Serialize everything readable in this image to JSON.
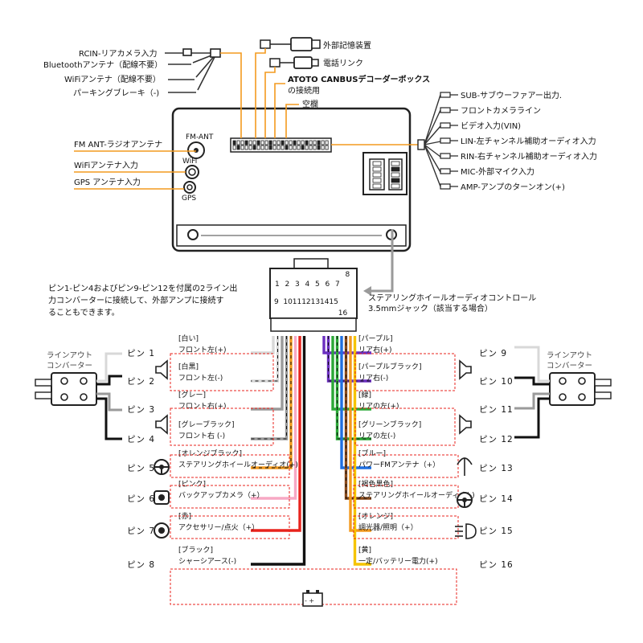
{
  "top_left_labels": [
    "RCIN-リアカメラ入力",
    "Bluetoothアンテナ（配線不要）",
    "WiFiアンテナ（配線不要）",
    "パーキングブレーキ（-)"
  ],
  "top_labels": {
    "storage": "外部記憶装置",
    "phone": "電話リンク",
    "canbus_line1": "ATOTO CANBUSデコーダーボックス",
    "canbus_line2": "の接続用",
    "empty": "空欄"
  },
  "right_labels": [
    "SUB-サブウーファアー出力.",
    "フロントカメラライン",
    "ビデオ入力(VIN)",
    "LIN-左チャンネル補助オーディオ入力",
    "RIN-右チャンネル補助オーディオ入力",
    "MIC-外部マイク入力",
    "AMP-アンプのターンオン(+)"
  ],
  "left_labels": {
    "fm": "FM ANT-ラジオアンテナ",
    "wifi": "WiFiアンテナ入力",
    "gps": "GPS アンテナ入力"
  },
  "unit_labels": {
    "fm_ant": "FM-ANT",
    "wifi": "WiFi",
    "gps": "GPS"
  },
  "connector_numbers_top": [
    "1",
    "2",
    "3",
    "4",
    "5",
    "6",
    "7",
    "8"
  ],
  "connector_numbers_bottom": [
    "9",
    "10",
    "11",
    "12",
    "13",
    "14",
    "15",
    "16"
  ],
  "note_lines": [
    "ピン1-ピン4およびピン9-ピン12を付属の2ライン出",
    "力コンバーターに接続して、外部アンプに接続す",
    "ることもできます。"
  ],
  "steering_line1": "ステアリングホイールオーディオコントロール",
  "steering_line2": "3.5mmジャック（該当する場合）",
  "converter_left": [
    "ラインアウト",
    "コンバーター"
  ],
  "converter_right": [
    "ラインアウト",
    "コンバーター"
  ],
  "left_pins": [
    {
      "pin": "ピン 1",
      "color_name": "[白い]",
      "function": "フロント左(+)",
      "wire": "#d8d8d8",
      "stripe": null
    },
    {
      "pin": "ピン 2",
      "color_name": "[白黒]",
      "function": "フロント左(-)",
      "wire": "#d8d8d8",
      "stripe": "#111111"
    },
    {
      "pin": "ピン 3",
      "color_name": "[グレー]",
      "function": "フロント右(+)",
      "wire": "#9a9a9a",
      "stripe": null
    },
    {
      "pin": "ピン 4",
      "color_name": "[グレーブラック]",
      "function": "フロント右 (-)",
      "wire": "#9a9a9a",
      "stripe": "#111111"
    },
    {
      "pin": "ピン 5",
      "color_name": "[オレンジブラック]",
      "function": "ステアリングホイールオーディオ(+)",
      "wire": "#f39a1e",
      "stripe": "#111111"
    },
    {
      "pin": "ピン 6",
      "color_name": "[ピンク]",
      "function": "バックアップカメラ（+）",
      "wire": "#f7a8c4",
      "stripe": null
    },
    {
      "pin": "ピン 7",
      "color_name": "[赤]",
      "function": "アクセサリー/点火（+）",
      "wire": "#e8231c",
      "stripe": null
    },
    {
      "pin": "ピン 8",
      "color_name": "[ブラック]",
      "function": "シャーシアース(-)",
      "wire": "#111111",
      "stripe": null
    }
  ],
  "right_pins": [
    {
      "pin": "ピン 9",
      "color_name": "[パープル]",
      "function": "リア右(+)",
      "wire": "#6b2fc0",
      "stripe": null
    },
    {
      "pin": "ピン 10",
      "color_name": "[パープルブラック]",
      "function": "リア右(-)",
      "wire": "#6b2fc0",
      "stripe": "#111111"
    },
    {
      "pin": "ピン 11",
      "color_name": "[緑]",
      "function": "リアの左(+)",
      "wire": "#2aa836",
      "stripe": null
    },
    {
      "pin": "ピン 12",
      "color_name": "[グリーンブラック]",
      "function": "リアの左(-)",
      "wire": "#2aa836",
      "stripe": "#111111"
    },
    {
      "pin": "ピン 13",
      "color_name": "[ブルー]",
      "function": "パワーFMアンテナ（+）",
      "wire": "#1f6fe0",
      "stripe": null
    },
    {
      "pin": "ピン 14",
      "color_name": "[褐色黒色]",
      "function": "ステアリングホイールオーディオ(-)",
      "wire": "#8a4a1a",
      "stripe": "#111111"
    },
    {
      "pin": "ピン 15",
      "color_name": "[オレンジ]",
      "function": "調光器/照明（+）",
      "wire": "#f39a1e",
      "stripe": null
    },
    {
      "pin": "ピン 16",
      "color_name": "[黄]",
      "function": "一定/バッテリー電力(+)",
      "wire": "#f5c400",
      "stripe": null
    }
  ],
  "colors": {
    "orange_leader": "#f39a1e",
    "dashed_box": "#e8231c",
    "unit_stroke": "#222222",
    "steering_arrow": "#9a9a9a"
  }
}
